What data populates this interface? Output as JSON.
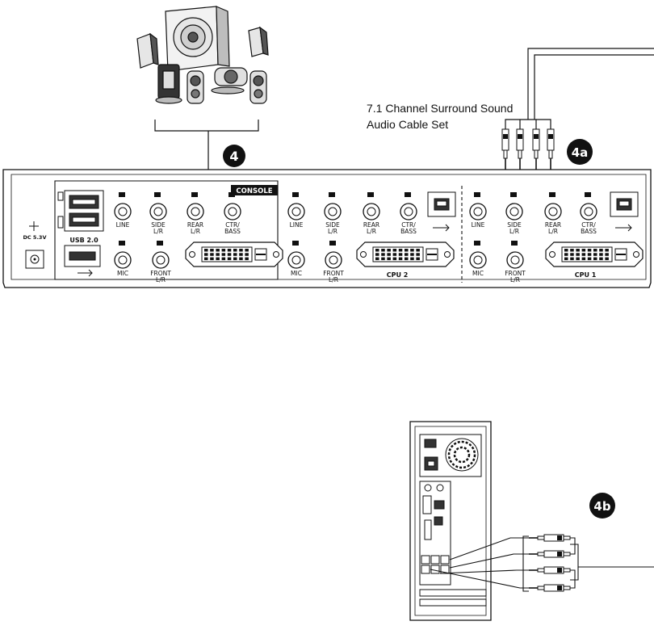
{
  "callouts": {
    "speakers": "4",
    "audio_cable": "4a",
    "computer": "4b"
  },
  "caption": {
    "line1": "7.1 Channel Surround Sound",
    "line2": "Audio Cable Set"
  },
  "panel": {
    "console_title": "CONSOLE",
    "power_label": "DC 5.3V",
    "usb_label": "USB 2.0",
    "console_jacks_top": [
      "LINE",
      "SIDE\nL/R",
      "REAR\nL/R",
      "CTR/\nBASS"
    ],
    "console_jacks_bottom": [
      "MIC",
      "FRONT\nL/R"
    ],
    "cpu2_jacks_top": [
      "LINE",
      "SIDE\nL/R",
      "REAR\nL/R",
      "CTR/\nBASS"
    ],
    "cpu2_jacks_bottom": [
      "MIC",
      "FRONT\nL/R"
    ],
    "cpu2_label": "CPU 2",
    "cpu1_jacks_top": [
      "LINE",
      "SIDE\nL/R",
      "REAR\nL/R",
      "CTR/\nBASS"
    ],
    "cpu1_jacks_bottom": [
      "MIC",
      "FRONT\nL/R"
    ],
    "cpu1_label": "CPU 1"
  },
  "colors": {
    "badge": "#111111",
    "line": "#111111"
  }
}
